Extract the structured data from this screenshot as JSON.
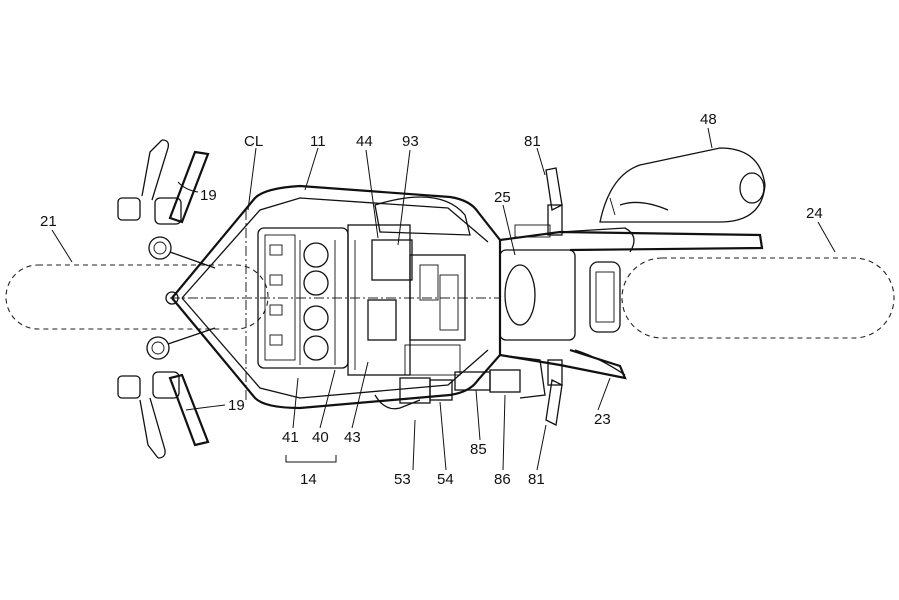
{
  "figure": {
    "labels": {
      "cl": "CL",
      "n11": "11",
      "n44": "44",
      "n93": "93",
      "n81_top": "81",
      "n48": "48",
      "n19_top": "19",
      "n21": "21",
      "n25": "25",
      "n24": "24",
      "n19_bottom": "19",
      "n41": "41",
      "n40": "40",
      "n43": "43",
      "n14": "14",
      "n53": "53",
      "n54": "54",
      "n85": "85",
      "n86": "86",
      "n81_bottom": "81",
      "n23": "23"
    }
  }
}
